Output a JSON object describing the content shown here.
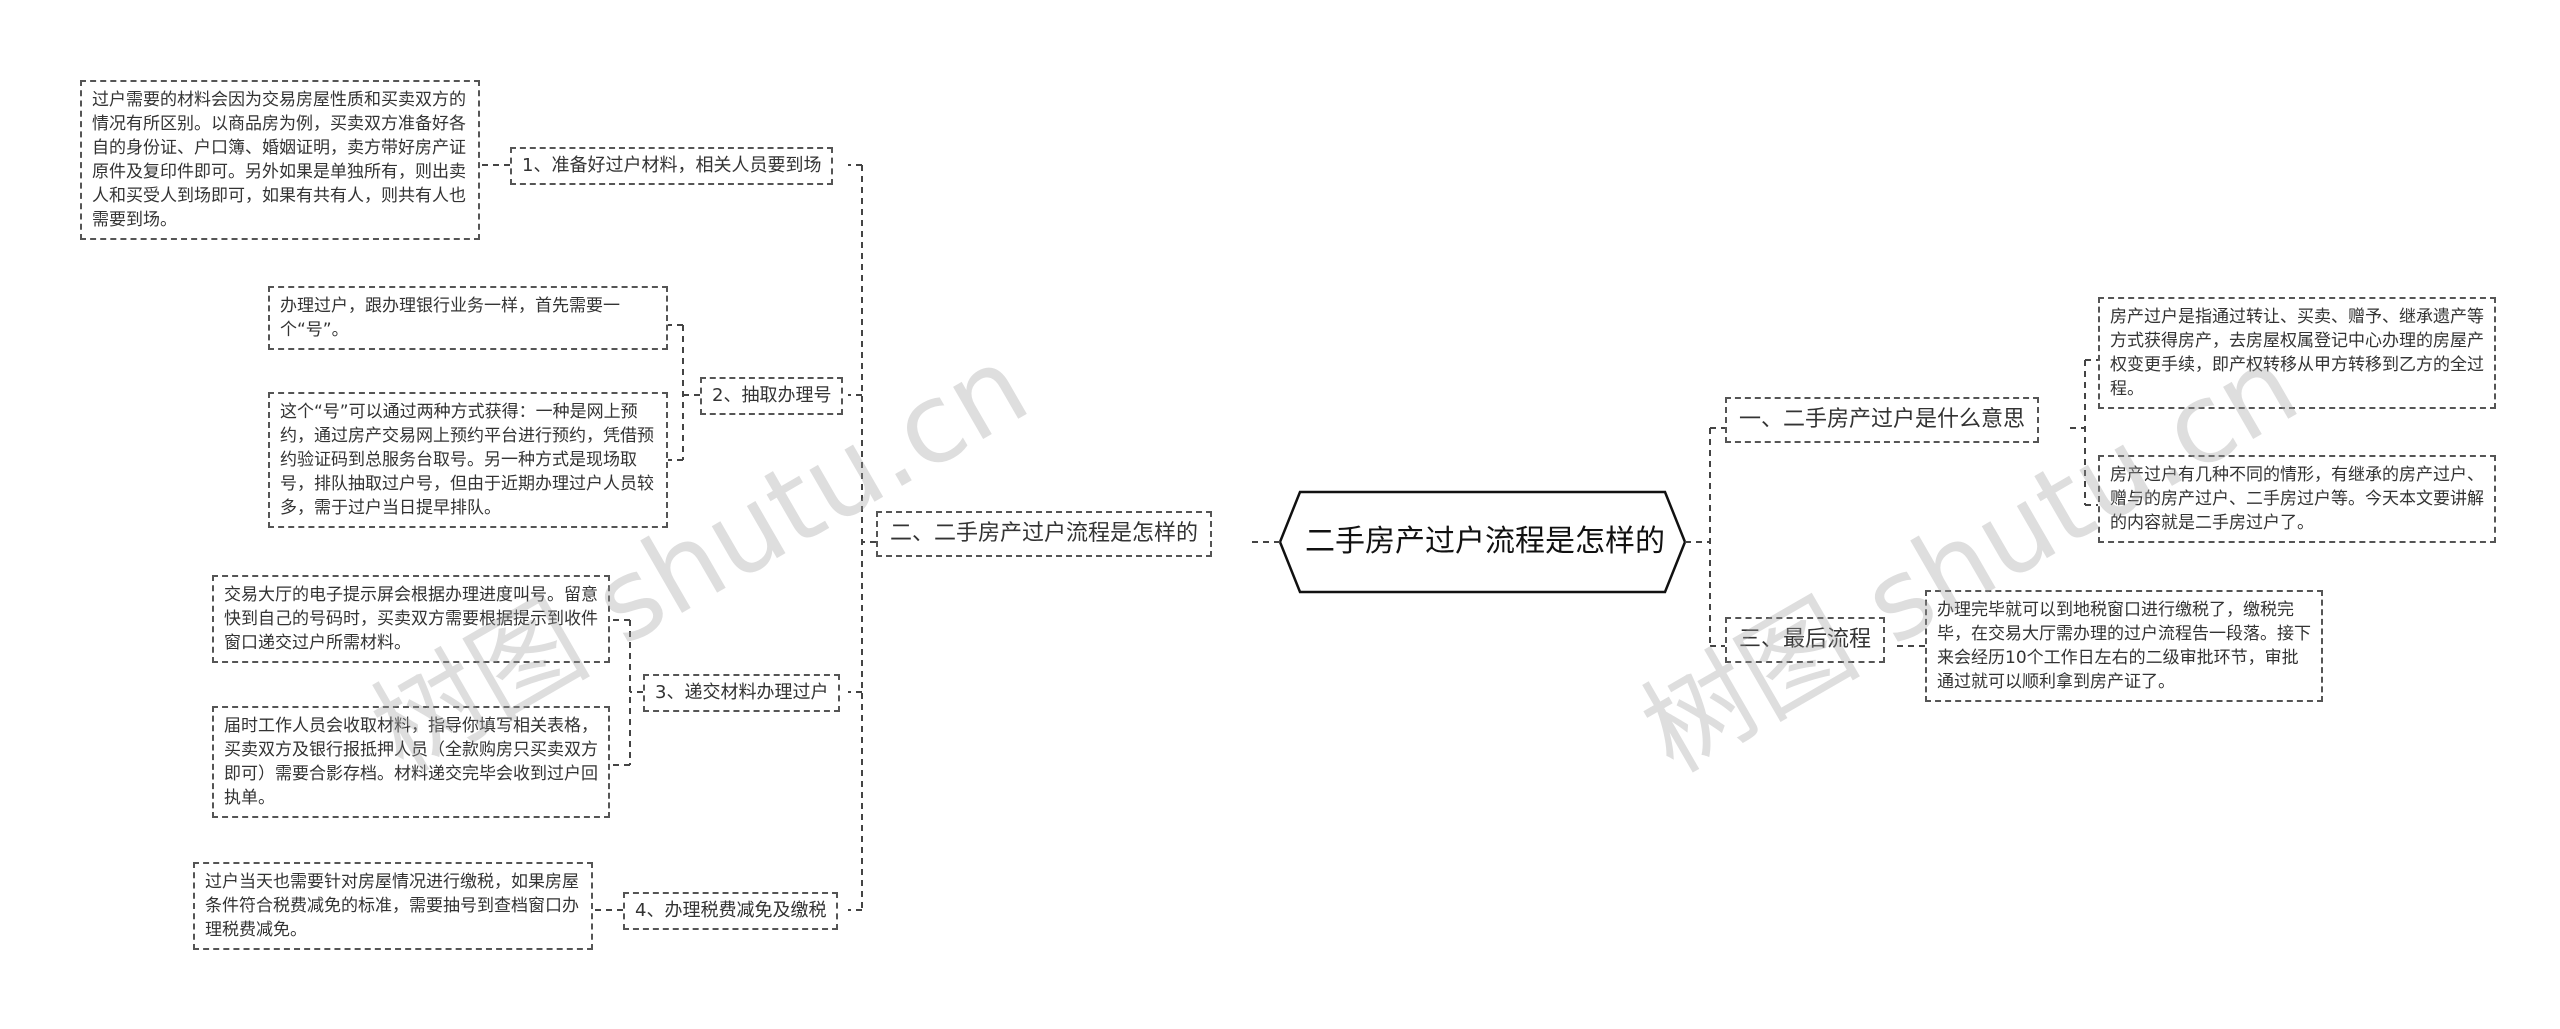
{
  "center": {
    "title": "二手房产过户流程是怎样的"
  },
  "right": [
    {
      "label": "一、二手房产过户是什么意思",
      "children": [
        "房产过户是指通过转让、买卖、赠予、继承遗产等方式获得房产，去房屋权属登记中心办理的房屋产权变更手续，即产权转移从甲方转移到乙方的全过程。",
        "房产过户有几种不同的情形，有继承的房产过户、赠与的房产过户、二手房过户等。今天本文要讲解的内容就是二手房过户了。"
      ]
    },
    {
      "label": "三、最后流程",
      "children": [
        "办理完毕就可以到地税窗口进行缴税了，缴税完毕，在交易大厅需办理的过户流程告一段落。接下来会经历10个工作日左右的二级审批环节，审批通过就可以顺利拿到房产证了。"
      ]
    }
  ],
  "left": {
    "label": "二、二手房产过户流程是怎样的",
    "steps": [
      {
        "label": "1、准备好过户材料，相关人员要到场",
        "children": [
          "过户需要的材料会因为交易房屋性质和买卖双方的情况有所区别。以商品房为例，买卖双方准备好各自的身份证、户口簿、婚姻证明，卖方带好房产证原件及复印件即可。另外如果是单独所有，则出卖人和买受人到场即可，如果有共有人，则共有人也需要到场。"
        ]
      },
      {
        "label": "2、抽取办理号",
        "children": [
          "办理过户，跟办理银行业务一样，首先需要一个“号”。",
          "这个“号”可以通过两种方式获得：一种是网上预约，通过房产交易网上预约平台进行预约，凭借预约验证码到总服务台取号。另一种方式是现场取号，排队抽取过户号，但由于近期办理过户人员较多，需于过户当日提早排队。"
        ]
      },
      {
        "label": "3、递交材料办理过户",
        "children": [
          "交易大厅的电子提示屏会根据办理进度叫号。留意快到自己的号码时，买卖双方需要根据提示到收件窗口递交过户所需材料。",
          "届时工作人员会收取材料，指导你填写相关表格，买卖双方及银行报抵押人员（全款购房只买卖双方即可）需要合影存档。材料递交完毕会收到过户回执单。"
        ]
      },
      {
        "label": "4、办理税费减免及缴税",
        "children": [
          "过户当天也需要针对房屋情况进行缴税，如果房屋条件符合税费减免的标准，需要抽号到查档窗口办理税费减免。"
        ]
      }
    ]
  },
  "watermarks": [
    "树图 shutu.cn",
    "树图 shutu.cn"
  ]
}
